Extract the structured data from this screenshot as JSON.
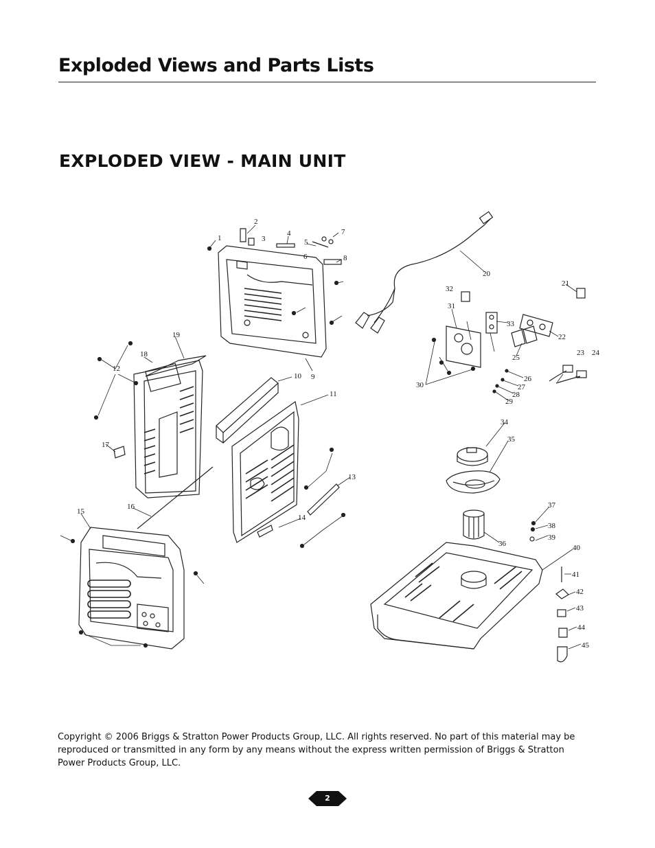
{
  "page": {
    "title": "Exploded Views and Parts Lists",
    "section_heading": "EXPLODED VIEW - MAIN UNIT",
    "copyright": "Copyright © 2006 Briggs & Stratton Power Products Group, LLC.  All rights reserved.  No part of this material may be reproduced or transmitted in any form by any means without the express written permission of Briggs & Stratton Power Products Group, LLC.",
    "page_number": "2"
  },
  "diagram": {
    "callouts": [
      "1",
      "2",
      "3",
      "4",
      "5",
      "6",
      "7",
      "8",
      "9",
      "10",
      "11",
      "12",
      "13",
      "14",
      "15",
      "16",
      "17",
      "18",
      "19",
      "20",
      "21",
      "22",
      "23",
      "24",
      "25",
      "26",
      "27",
      "28",
      "29",
      "30",
      "31",
      "32",
      "33",
      "34",
      "35",
      "36",
      "37",
      "38",
      "39",
      "40",
      "41",
      "42",
      "43",
      "44",
      "45"
    ]
  }
}
